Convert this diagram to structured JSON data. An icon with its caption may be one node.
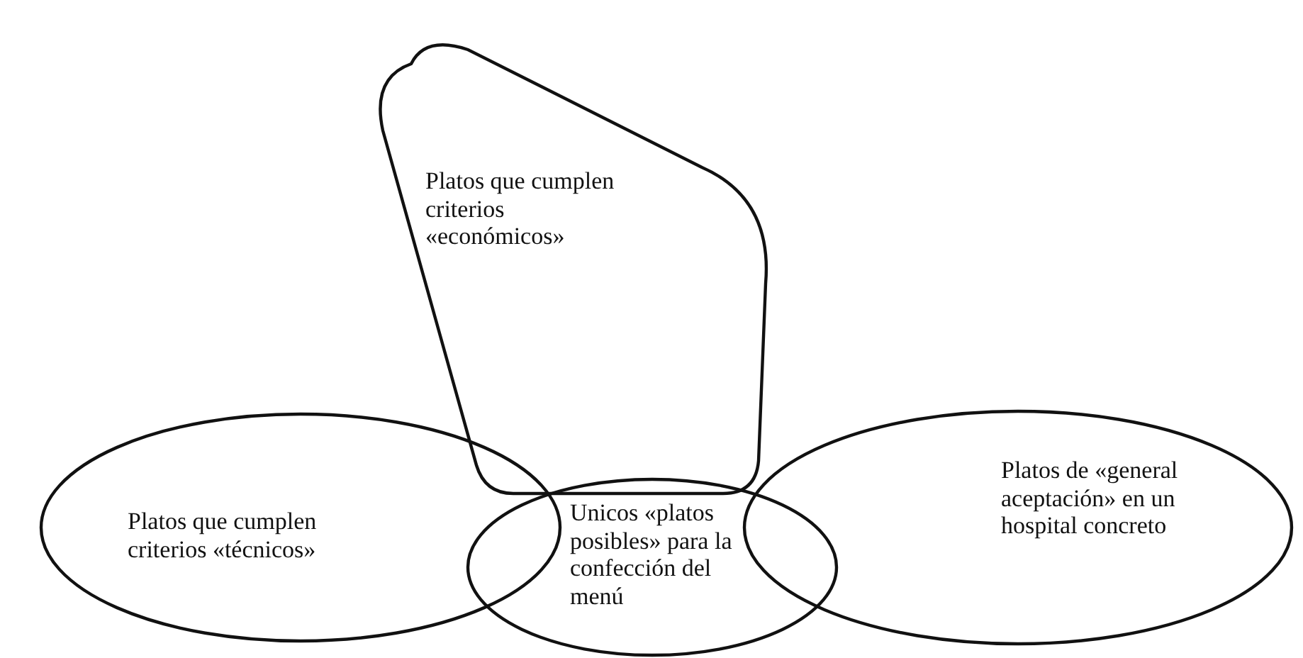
{
  "diagram": {
    "nodes": [
      {
        "text": [
          "Platos que cumplen criterios «económicos»"
        ]
      },
      {
        "text": [
          "Platos que cumplen criterios «técnicos»"
        ]
      },
      {
        "text": [
          "Unicos «platos posibles» para la confección del menú"
        ]
      },
      {
        "text": [
          "Platos de «general aceptación» en un hospital concreto"
        ]
      }
    ]
  }
}
